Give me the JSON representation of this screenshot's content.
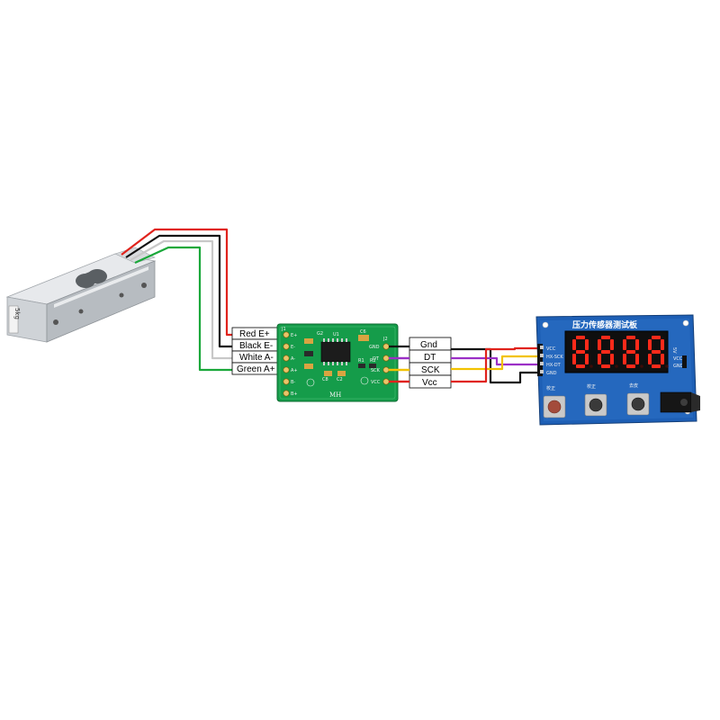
{
  "load_cell": {
    "rating_text": "5kg"
  },
  "wire_colors": {
    "red": "#e0231c",
    "black": "#111111",
    "white": "#c8c8c8",
    "green": "#1aa83a",
    "purple": "#9b2fc6",
    "yellow": "#f2c200"
  },
  "hx711_inputs": [
    {
      "label": "Red E+",
      "color": "red"
    },
    {
      "label": "Black E-",
      "color": "black"
    },
    {
      "label": "White A-",
      "color": "white"
    },
    {
      "label": "Green A+",
      "color": "green"
    }
  ],
  "hx711_outputs": [
    {
      "label": "Gnd",
      "color": "black"
    },
    {
      "label": "DT",
      "color": "purple"
    },
    {
      "label": "SCK",
      "color": "yellow"
    },
    {
      "label": "Vcc",
      "color": "red"
    }
  ],
  "hx711_board": {
    "brand": "MH",
    "ic_label": "U1",
    "silk_labels": [
      "E+",
      "E-",
      "A-",
      "A+",
      "B-",
      "B+",
      "GND",
      "DT",
      "SCK",
      "VCC",
      "J1",
      "J2",
      "G2",
      "C6",
      "R1",
      "R2",
      "C8",
      "C2"
    ]
  },
  "display_module": {
    "title": "压力传感器测试板",
    "pin_labels": [
      "VCC",
      "HX-SCK",
      "HX-DT",
      "GND"
    ],
    "power_labels": [
      "5V",
      "VCC",
      "GND"
    ],
    "button_labels": [
      "校正",
      "校正",
      "去皮"
    ],
    "digits": [
      "8",
      "8",
      "8",
      "8"
    ]
  }
}
